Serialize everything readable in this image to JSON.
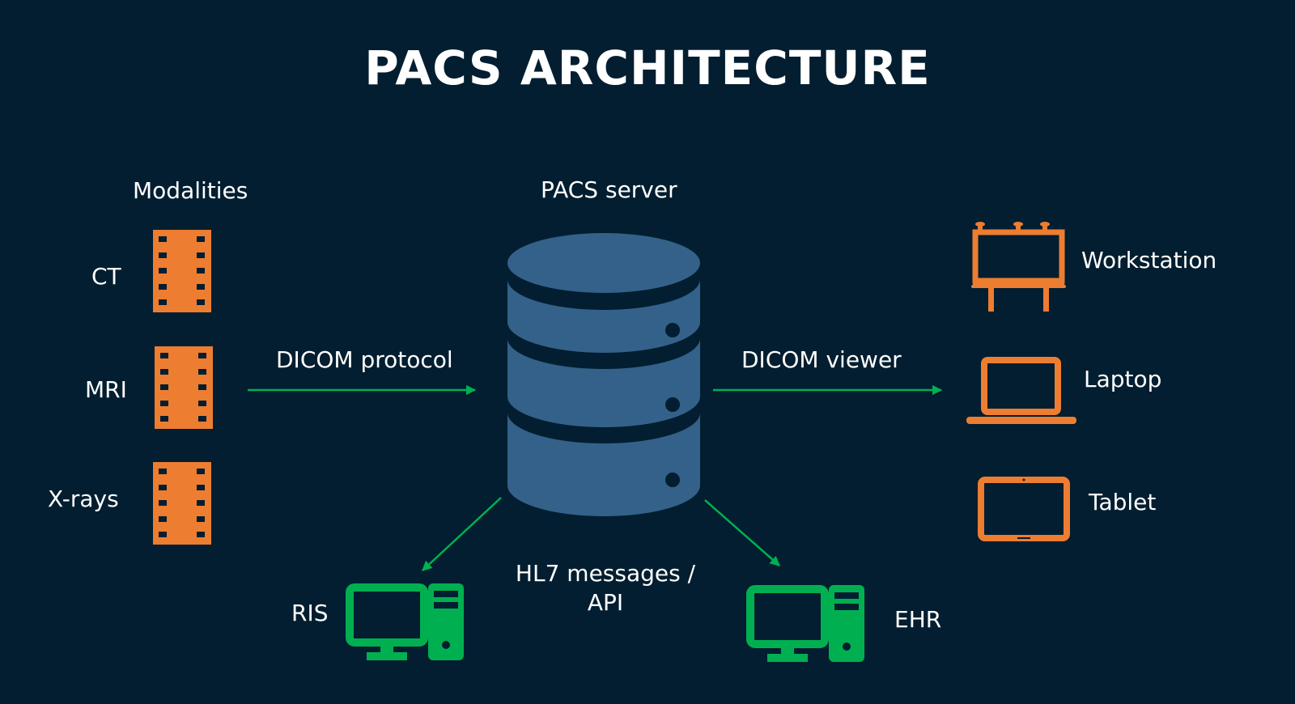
{
  "title": "PACS ARCHITECTURE",
  "colors": {
    "background": "#021e30",
    "modality_orange": "#ed7d31",
    "server_blue": "#336189",
    "client_green": "#00b050",
    "arrow_green": "#00b050",
    "text": "#ffffff"
  },
  "modalities": {
    "heading": "Modalities",
    "items": [
      {
        "label": "CT",
        "icon": "film-strip-icon"
      },
      {
        "label": "MRI",
        "icon": "film-strip-icon"
      },
      {
        "label": "X-rays",
        "icon": "film-strip-icon"
      }
    ]
  },
  "server": {
    "heading": "PACS server",
    "icon": "database-icon"
  },
  "connections": {
    "left": "DICOM protocol",
    "right": "DICOM viewer",
    "bottom_line1": "HL7 messages /",
    "bottom_line2": "API"
  },
  "viewers": [
    {
      "label": "Workstation",
      "icon": "billboard-icon"
    },
    {
      "label": "Laptop",
      "icon": "laptop-icon"
    },
    {
      "label": "Tablet",
      "icon": "tablet-icon"
    }
  ],
  "systems": [
    {
      "label": "RIS",
      "icon": "desktop-computer-icon"
    },
    {
      "label": "EHR",
      "icon": "desktop-computer-icon"
    }
  ]
}
